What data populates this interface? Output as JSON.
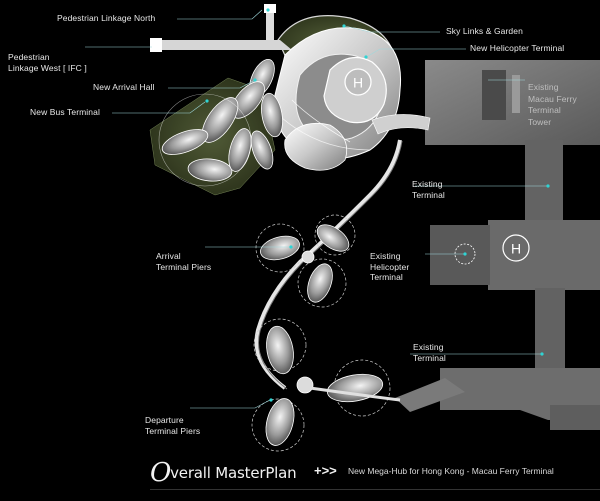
{
  "labels": {
    "pedestrian_north": "Pedestrian Linkage North",
    "pedestrian_west": "Pedestrian\nLinkage West [ IFC ]",
    "new_arrival_hall": "New Arrival Hall",
    "new_bus_terminal": "New Bus Terminal",
    "sky_links": "Sky Links & Garden",
    "new_helicopter_terminal": "New Helicopter Terminal",
    "existing_ferry_tower": "Existing\nMacau Ferry\nTerminal\nTower",
    "existing_terminal_1": "Existing\nTerminal",
    "existing_helicopter_terminal": "Existing\nHelicopter\nTerminal",
    "arrival_piers": "Arrival\nTerminal Piers",
    "existing_terminal_2": "Existing\nTerminal",
    "departure_piers": "Departure\nTerminal Piers"
  },
  "helipad_symbol": "H",
  "title": {
    "initial": "O",
    "rest": "verall MasterPlan",
    "plus": "+>>",
    "subtitle": "New Mega-Hub for Hong Kong - Macau Ferry Terminal"
  },
  "colors": {
    "background": "#000000",
    "leader_line": "#9fd8dc",
    "leader_dot": "#2fd4d4",
    "existing_building": "#6e6e6e",
    "green_roof": "#3f4a2a"
  }
}
